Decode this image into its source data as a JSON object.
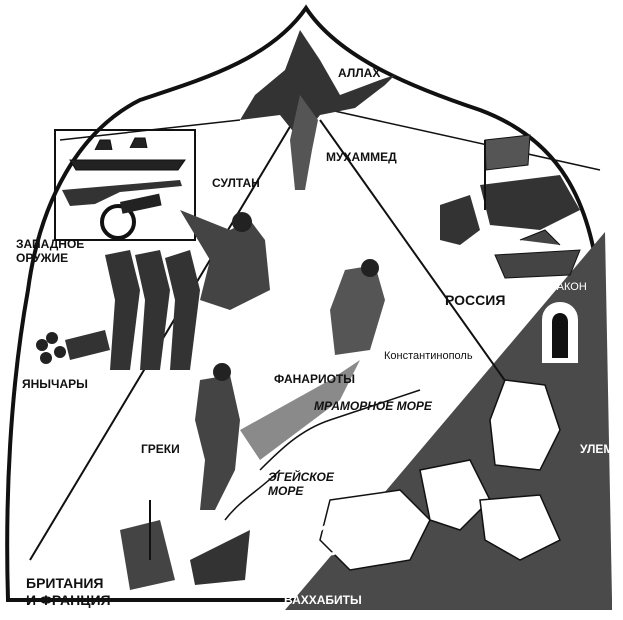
{
  "labels": {
    "allah": "АЛЛАХ",
    "muhammed": "МУХАММЕД",
    "sultan": "СУЛТАН",
    "western_weapons": "ЗАПАДНОЕ\nОРУЖИЕ",
    "janissaries": "ЯНЫЧАРЫ",
    "russia": "РОССИЯ",
    "law": "ЗАКОН",
    "constantinople": "Константинополь",
    "phanariots": "ФАНАРИОТЫ",
    "marmara": "МРАМОРНОЕ МОРЕ",
    "aegean": "ЭГЕЙСКОЕ\nМОРЕ",
    "greeks": "ГРЕКИ",
    "ulema": "УЛЕМЫ",
    "britain_france": "БРИТАНИЯ\nИ ФРАНЦИЯ",
    "wahhabis": "ВАХХАБИТЫ"
  },
  "colors": {
    "ink": "#111111",
    "paper": "#ffffff",
    "dark_wedge": "#4a4a4a",
    "shadow": "#8a8a8a"
  }
}
